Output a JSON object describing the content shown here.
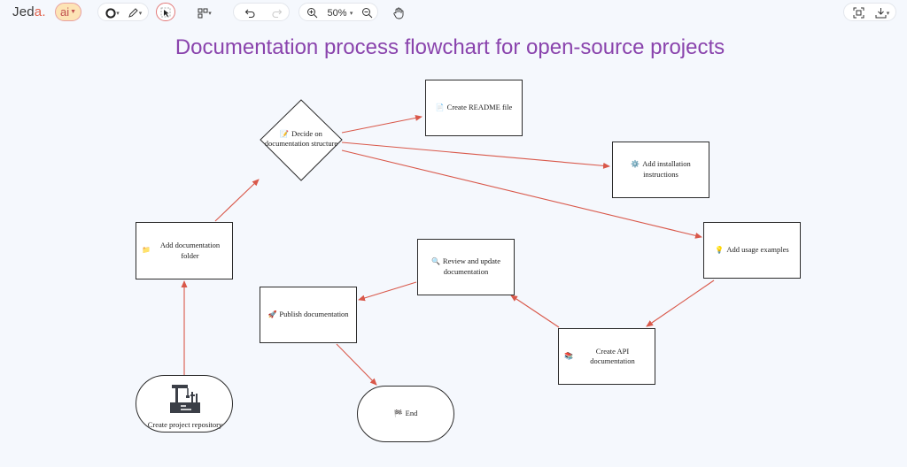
{
  "app": {
    "logo_text": "Jed",
    "logo_accent": "a.",
    "ai_label": "ai"
  },
  "toolbar": {
    "zoom_level": "50%",
    "icons": [
      "stroke-icon",
      "pen-icon",
      "select-icon",
      "layout-icon",
      "undo-icon",
      "redo-icon",
      "zoom-in-icon",
      "zoom-out-icon",
      "hand-icon",
      "screenshot-icon",
      "download-icon"
    ]
  },
  "diagram": {
    "title": "Documentation process flowchart for open-source projects",
    "nodes": {
      "create_repo": "Create project repository",
      "add_folder": "Add documentation folder",
      "decide_structure_line1": "Decide on",
      "decide_structure_line2": "documentation structure",
      "create_readme": "Create README file",
      "add_install_line1": "Add installation",
      "add_install_line2": "instructions",
      "add_usage": "Add usage examples",
      "create_api": "Create API documentation",
      "review_line1": "Review and update",
      "review_line2": "documentation",
      "publish": "Publish documentation",
      "end": "End"
    },
    "colors": {
      "arrow": "#d9584a",
      "title": "#8a44ad",
      "border": "#2b2b2b"
    }
  }
}
